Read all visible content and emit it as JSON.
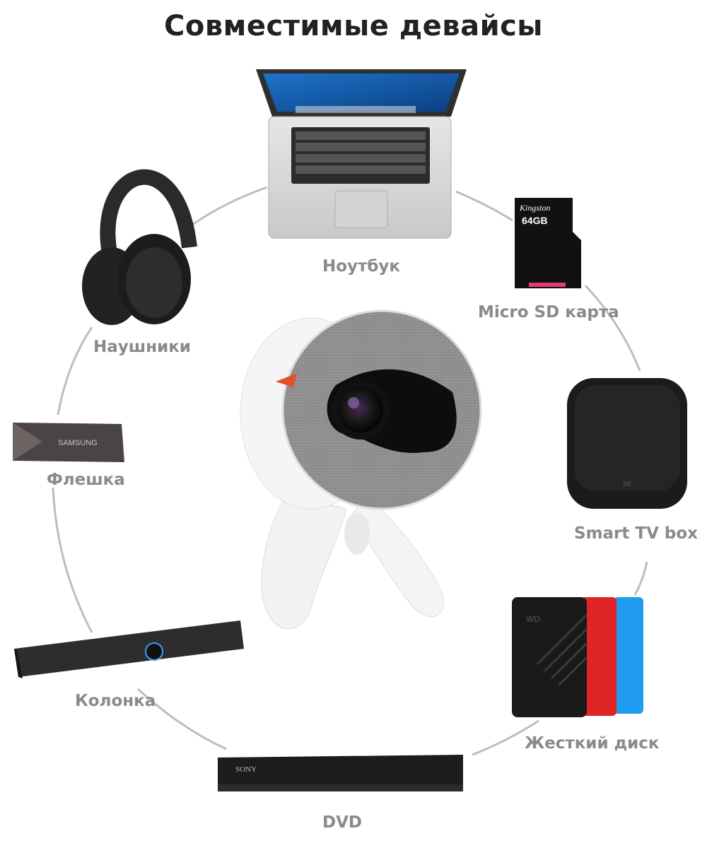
{
  "title": "Совместимые девайсы",
  "devices": {
    "laptop": "Ноутбук",
    "microsd": "Micro SD карта",
    "headphones": "Наушники",
    "flash": "Флешка",
    "tvbox": "Smart TV box",
    "speaker": "Колонка",
    "hdd": "Жесткий диск",
    "dvd": "DVD"
  },
  "brands": {
    "microsd_brand": "Kingston",
    "microsd_capacity": "64GB",
    "flash_brand": "SAMSUNG",
    "tvbox_brand": "MI",
    "dvd_brand": "SONY",
    "hdd_brand": "WD"
  },
  "colors": {
    "title": "#222222",
    "label": "#8a8a8a",
    "ring": "#bdbdbd"
  }
}
